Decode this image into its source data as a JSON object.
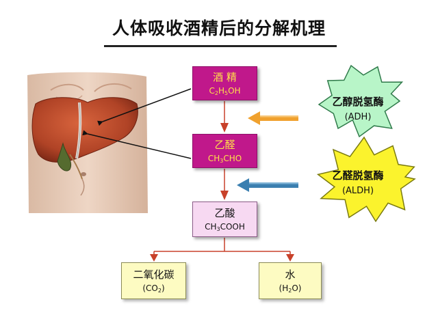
{
  "title": "人体吸收酒精后的分解机理",
  "ethanol": {
    "name": "酒 精",
    "formula_parts": [
      "C",
      "2",
      "H",
      "5",
      "OH"
    ]
  },
  "acetaldehyde": {
    "name": "乙醛",
    "formula_parts": [
      "CH",
      "3",
      "CHO"
    ]
  },
  "acetic_acid": {
    "name": "乙酸",
    "formula_parts": [
      "CH",
      "3",
      "COOH"
    ]
  },
  "co2": {
    "name": "二氧化碳",
    "formula_parts": [
      "(CO",
      "2",
      ")"
    ]
  },
  "water": {
    "name": "水",
    "formula_parts": [
      "(H",
      "2",
      "O)"
    ]
  },
  "adh": {
    "name": "乙醇脱氢酶",
    "abbr": "(ADH)"
  },
  "aldh": {
    "name": "乙醛脱氢酶",
    "abbr": "(ALDH)"
  },
  "colors": {
    "magenta_box": "#c0188b",
    "magenta_text": "#ffe14a",
    "acid_box": "#f7d9f2",
    "product_box": "#fdfbc2",
    "adh_star": "#b8f5c8",
    "aldh_star": "#fbf32d",
    "orange_arrow": "#f0a12e",
    "blue_arrow": "#3b7fb0",
    "flow_arrow": "#c8412a"
  },
  "icons": [
    "liver-torso-illustration"
  ]
}
